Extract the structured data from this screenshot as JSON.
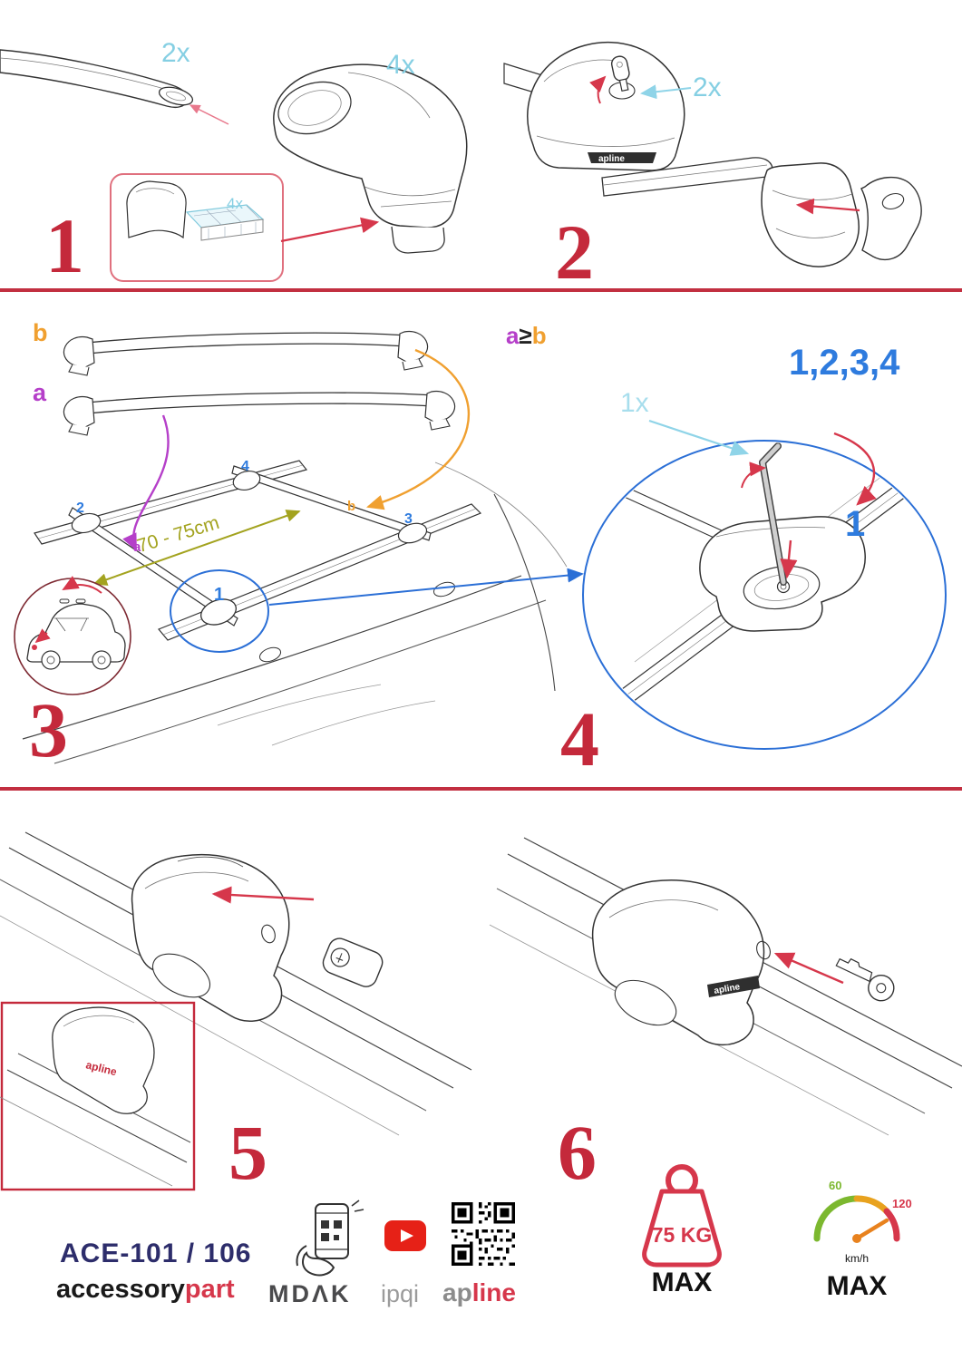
{
  "step1": {
    "number": "1",
    "bar_qty": "2x",
    "foot_qty": "4x",
    "pad_qty": "4x"
  },
  "step2": {
    "number": "2",
    "lock_qty": "2x"
  },
  "step3": {
    "number": "3",
    "bar_b": "b",
    "bar_a": "a",
    "measure": "70 - 75cm",
    "pos_2": "2",
    "pos_4": "4",
    "pos_3": "3",
    "pos_1": "1",
    "roof_a": "a",
    "roof_b": "b"
  },
  "step4": {
    "number": "4",
    "cond_a": "a",
    "cond_op": "≥",
    "cond_b": "b",
    "tighten_order": "1,2,3,4",
    "tool_qty": "1x",
    "first_pos": "1"
  },
  "step5": {
    "number": "5"
  },
  "step6": {
    "number": "6"
  },
  "branding": {
    "model": "ACE-101 / 106",
    "brand_black": "accessory",
    "brand_red": "part",
    "logo_mdak": "MDΛK",
    "logo_ipqi": "ipqi",
    "logo_ap": "ap",
    "logo_line": "line",
    "foot_brand": "apline"
  },
  "limits": {
    "weight": "75 KG",
    "weight_max": "MAX",
    "speed_low": "60",
    "speed_high": "120",
    "speed_unit": "km/h",
    "speed_max": "MAX"
  },
  "colors": {
    "accent_red": "#C4293B",
    "qty_cyan": "#85CFE3",
    "blue": "#2E7BDE",
    "purple": "#B53FC9",
    "orange": "#F0A030",
    "olive": "#A3A31F",
    "navy": "#2D2D6B"
  }
}
